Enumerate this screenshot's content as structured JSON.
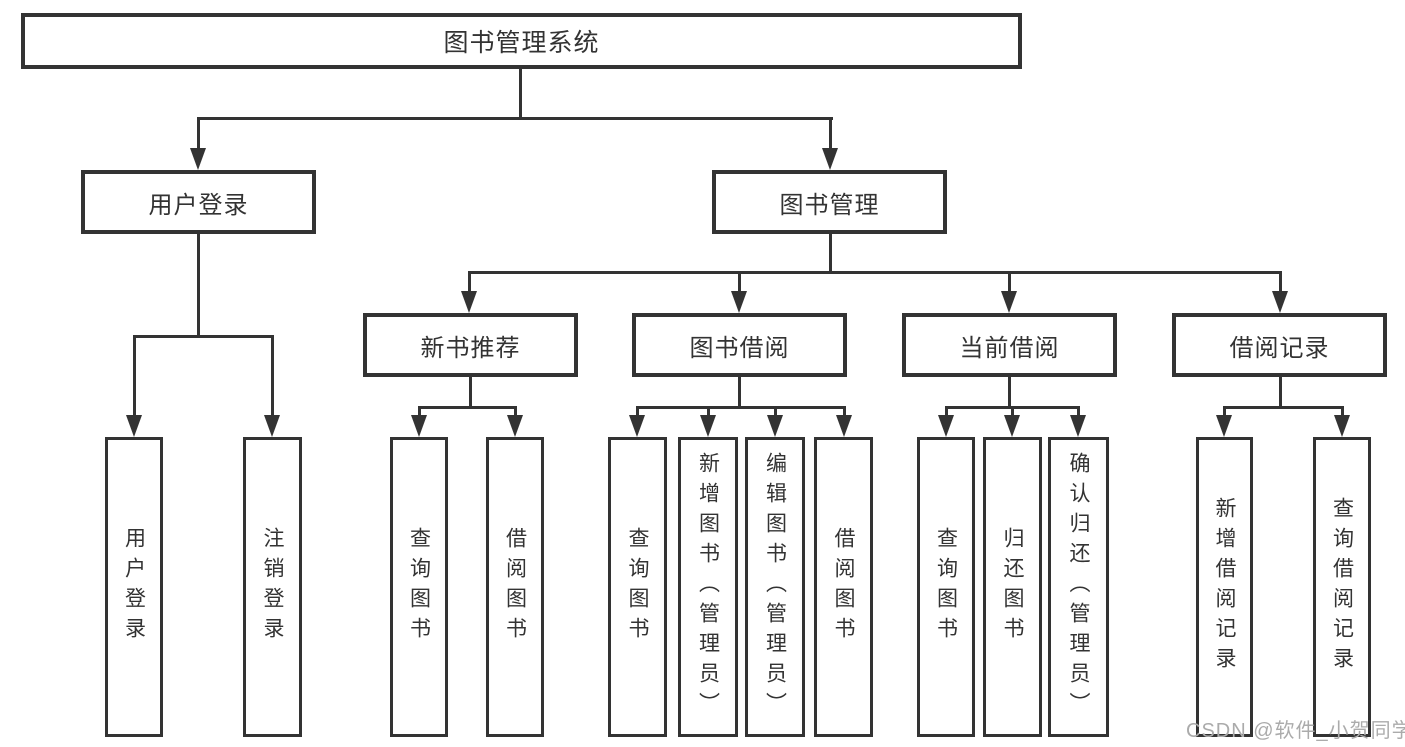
{
  "diagram_title": "图书管理系统",
  "nodes": {
    "root": "图书管理系统",
    "user_login": "用户登录",
    "book_mgmt": "图书管理",
    "login": "用户登录",
    "logout": "注销登录",
    "new_books": "新书推荐",
    "borrow": "图书借阅",
    "current": "当前借阅",
    "records": "借阅记录",
    "nb_query": "查询图书",
    "nb_borrow": "借阅图书",
    "bw_query": "查询图书",
    "bw_add": "新增图书（管理员）",
    "bw_edit": "编辑图书（管理员）",
    "bw_borrow": "借阅图书",
    "cu_query": "查询图书",
    "cu_return": "归还图书",
    "cu_confirm": "确认归还（管理员）",
    "rc_add": "新增借阅记录",
    "rc_query": "查询借阅记录"
  },
  "watermark": "CSDN @软件_小贺同学",
  "colors": {
    "line": "#333333",
    "text": "#333333",
    "watermark": "#ababab",
    "background": "#ffffff"
  }
}
